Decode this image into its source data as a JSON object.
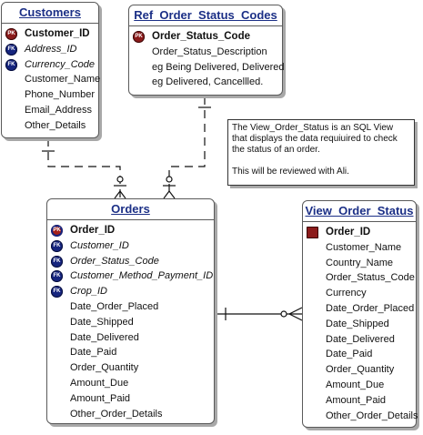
{
  "customers": {
    "title": "Customers",
    "attributes": [
      {
        "kind": "pk",
        "icon_text": "PK",
        "name": "Customer_ID"
      },
      {
        "kind": "fk",
        "icon_text": "FK",
        "name": "Address_ID"
      },
      {
        "kind": "fk",
        "icon_text": "FK",
        "name": "Currency_Code"
      },
      {
        "kind": "plain",
        "name": "Customer_Name"
      },
      {
        "kind": "plain",
        "name": "Phone_Number"
      },
      {
        "kind": "plain",
        "name": "Email_Address"
      },
      {
        "kind": "plain",
        "name": "Other_Details"
      }
    ]
  },
  "ref_order_status_codes": {
    "title": "Ref_Order_Status_Codes",
    "attributes": [
      {
        "kind": "pk",
        "icon_text": "PK",
        "name": "Order_Status_Code"
      },
      {
        "kind": "plain",
        "name": "Order_Status_Description"
      },
      {
        "kind": "plain",
        "name": "eg Being Delivered, Delivered"
      },
      {
        "kind": "plain",
        "name": "eg Delivered, Cancellled."
      }
    ]
  },
  "note": {
    "paragraph_1": "The View_Order_Status is an SQL View that displays the data requiuired to check the status of an order.",
    "paragraph_2": "This will be reviewed with Ali."
  },
  "orders": {
    "title": "Orders",
    "attributes": [
      {
        "kind": "pf",
        "icon_text": "PK",
        "name": "Order_ID"
      },
      {
        "kind": "fk",
        "icon_text": "FK",
        "name": "Customer_ID"
      },
      {
        "kind": "fk",
        "icon_text": "FK",
        "name": "Order_Status_Code"
      },
      {
        "kind": "fk",
        "icon_text": "FK",
        "name": "Customer_Method_Payment_ID"
      },
      {
        "kind": "fk",
        "icon_text": "FK",
        "name": "Crop_ID"
      },
      {
        "kind": "plain",
        "name": "Date_Order_Placed"
      },
      {
        "kind": "plain",
        "name": "Date_Shipped"
      },
      {
        "kind": "plain",
        "name": "Date_Delivered"
      },
      {
        "kind": "plain",
        "name": "Date_Paid"
      },
      {
        "kind": "plain",
        "name": "Order_Quantity"
      },
      {
        "kind": "plain",
        "name": "Amount_Due"
      },
      {
        "kind": "plain",
        "name": "Amount_Paid"
      },
      {
        "kind": "plain",
        "name": "Other_Order_Details"
      }
    ]
  },
  "view_order_status": {
    "title": "View_Order_Status",
    "attributes": [
      {
        "kind": "view",
        "icon_text": "",
        "name": "Order_ID"
      },
      {
        "kind": "plain",
        "name": "Customer_Name"
      },
      {
        "kind": "plain",
        "name": "Country_Name"
      },
      {
        "kind": "plain",
        "name": "Order_Status_Code"
      },
      {
        "kind": "plain",
        "name": "Currency"
      },
      {
        "kind": "plain",
        "name": "Date_Order_Placed"
      },
      {
        "kind": "plain",
        "name": "Date_Shipped"
      },
      {
        "kind": "plain",
        "name": "Date_Delivered"
      },
      {
        "kind": "plain",
        "name": "Date_Paid"
      },
      {
        "kind": "plain",
        "name": "Order_Quantity"
      },
      {
        "kind": "plain",
        "name": "Amount_Due"
      },
      {
        "kind": "plain",
        "name": "Amount_Paid"
      },
      {
        "kind": "plain",
        "name": "Other_Order_Details"
      }
    ]
  },
  "colors": {
    "title_text": "#1b2f86",
    "pk_icon": "#8b1b1b",
    "fk_icon": "#16257e",
    "border": "#5a5a5a",
    "shadow": "#a8a8a8"
  }
}
